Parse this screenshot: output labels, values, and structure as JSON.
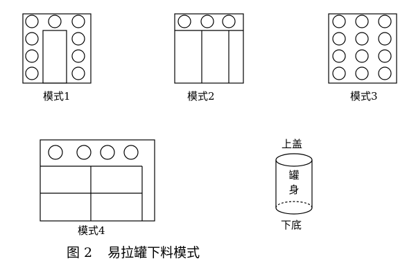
{
  "patterns": [
    {
      "label": "模式1"
    },
    {
      "label": "模式2"
    },
    {
      "label": "模式3"
    },
    {
      "label": "模式4"
    }
  ],
  "can": {
    "top_label": "上盖",
    "body_char_1": "罐",
    "body_char_2": "身",
    "bottom_label": "下底"
  },
  "caption": {
    "figure_number": "图 2",
    "title": "易拉罐下料模式"
  }
}
